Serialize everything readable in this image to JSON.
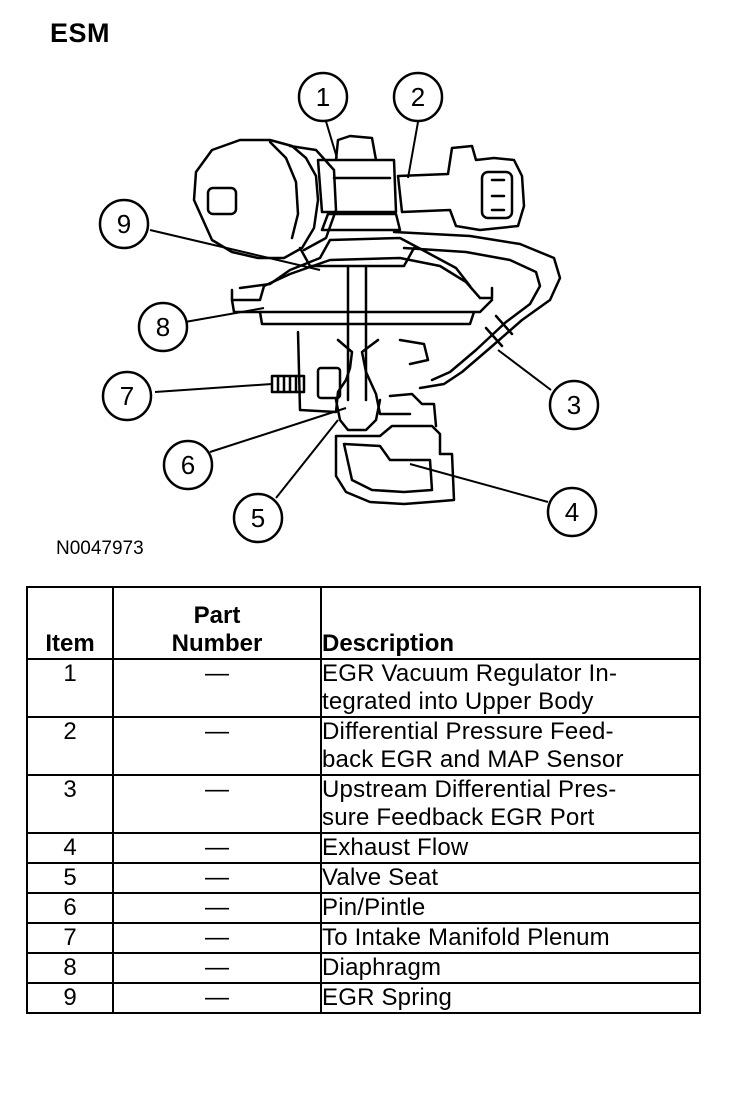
{
  "title": "ESM",
  "figure_id": "N0047973",
  "callouts": [
    "1",
    "2",
    "3",
    "4",
    "5",
    "6",
    "7",
    "8",
    "9"
  ],
  "table": {
    "headers": {
      "item": "Item",
      "part_line1": "Part",
      "part_line2": "Number",
      "description": "Description"
    },
    "rows": [
      {
        "item": "1",
        "part": "—",
        "desc_line1": "EGR Vacuum Regulator In-",
        "desc_line2": "tegrated into Upper Body"
      },
      {
        "item": "2",
        "part": "—",
        "desc_line1": "Differential Pressure Feed-",
        "desc_line2": "back EGR and MAP Sensor"
      },
      {
        "item": "3",
        "part": "—",
        "desc_line1": "Upstream Differential Pres-",
        "desc_line2": "sure Feedback EGR Port"
      },
      {
        "item": "4",
        "part": "—",
        "desc_line1": "Exhaust Flow",
        "desc_line2": ""
      },
      {
        "item": "5",
        "part": "—",
        "desc_line1": "Valve Seat",
        "desc_line2": ""
      },
      {
        "item": "6",
        "part": "—",
        "desc_line1": "Pin/Pintle",
        "desc_line2": ""
      },
      {
        "item": "7",
        "part": "—",
        "desc_line1": "To Intake Manifold Plenum",
        "desc_line2": ""
      },
      {
        "item": "8",
        "part": "—",
        "desc_line1": "Diaphragm",
        "desc_line2": ""
      },
      {
        "item": "9",
        "part": "—",
        "desc_line1": "EGR Spring",
        "desc_line2": ""
      }
    ]
  }
}
